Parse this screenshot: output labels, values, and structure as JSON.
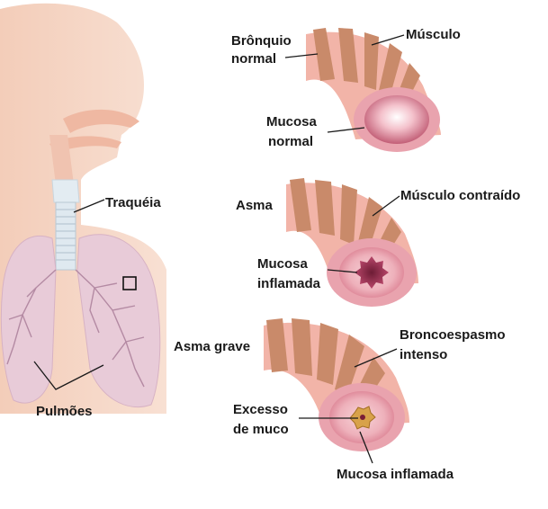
{
  "colors": {
    "skin": "#f6d6c4",
    "skin_dark": "#efbfa8",
    "lung": "#e8cbd8",
    "lung_vessel": "#b48aa3",
    "trachea": "#dfe9f0",
    "bronchus_ring": "#c98a6a",
    "bronchus_band": "#f2b4a8",
    "mucosa": "#e9a3ae",
    "mucus": "#d8a24a",
    "line": "#1a1a1a"
  },
  "icons": {
    "body": "human-respiratory-system-icon",
    "normal": "normal-bronchus-icon",
    "asthma": "asthma-bronchus-icon",
    "severe": "severe-asthma-bronchus-icon"
  },
  "labels": {
    "traqueia": "Traquéia",
    "pulmoes": "Pulmões",
    "bronquio_normal_1": "Brônquio",
    "bronquio_normal_2": "normal",
    "musculo": "Músculo",
    "mucosa_normal_1": "Mucosa",
    "mucosa_normal_2": "normal",
    "asma": "Asma",
    "musculo_contraido": "Músculo contraído",
    "mucosa_inflamada_1": "Mucosa",
    "mucosa_inflamada_2": "inflamada",
    "asma_grave": "Asma grave",
    "broncoespasmo_1": "Broncoespasmo",
    "broncoespasmo_2": "intenso",
    "excesso_1": "Excesso",
    "excesso_2": "de muco",
    "mucosa_inflamada_full": "Mucosa inflamada"
  }
}
